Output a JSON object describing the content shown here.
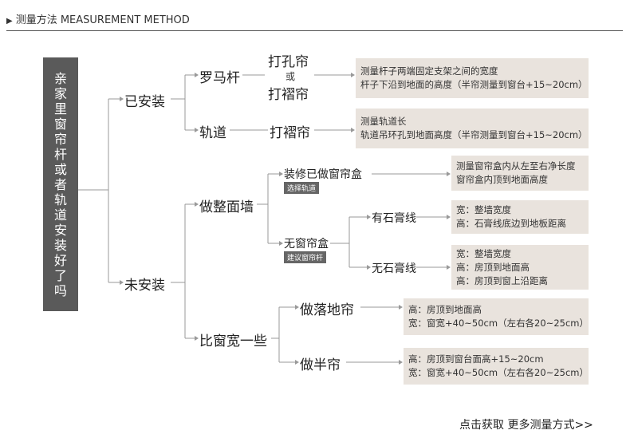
{
  "header": {
    "marker": "▶",
    "title": "测量方法 MEASUREMENT METHOD"
  },
  "root": {
    "text": "亲家里窗帘杆或者轨道安装好了吗"
  },
  "branches": {
    "installed": "已安装",
    "not_installed": "未安装"
  },
  "installed": {
    "roman_rod": "罗马杆",
    "punch_curtain": "打孔帘",
    "or": "或",
    "pleat_curtain_1": "打褶帘",
    "track": "轨道",
    "pleat_curtain_2": "打褶帘",
    "box1": [
      "测量杆子两端固定支架之间的宽度",
      "杆子下沿到地面的高度（半帘测量到窗台+15~20cm）"
    ],
    "box2": [
      "测量轨道长",
      "轨道吊环孔到地面高度（半帘测量到窗台+15~20cm）"
    ]
  },
  "not_installed": {
    "full_wall": "做整面墙",
    "with_box": "装修已做窗帘盒",
    "with_box_tag": "选择轨道",
    "box3": [
      "测量窗帘盒内从左至右净长度",
      "窗帘盒内顶到地面高度"
    ],
    "no_box": "无窗帘盒",
    "no_box_tag": "建议窗帘杆",
    "with_cornice": "有石膏线",
    "box4": [
      "宽：整墙宽度",
      "高：石膏线底边到地板距离"
    ],
    "no_cornice": "无石膏线",
    "box5": [
      "宽：整墙宽度",
      "高：房顶到地面高",
      "高：房顶到窗上沿距离"
    ],
    "wider": "比窗宽一些",
    "floor_curtain": "做落地帘",
    "box6": [
      "高：房顶到地面高",
      "宽：窗宽+40~50cm（左右各20~25cm）"
    ],
    "half_curtain": "做半帘",
    "box7": [
      "高：房顶到窗台面高+15~20cm",
      "宽：窗宽+40~50cm（左右各20~25cm）"
    ]
  },
  "footer": {
    "link": "点击获取 更多测量方式>>"
  },
  "colors": {
    "root_bg": "#5a5a5a",
    "box_bg": "#e9e3dd",
    "line": "#999999",
    "tag_bg": "#666666"
  }
}
